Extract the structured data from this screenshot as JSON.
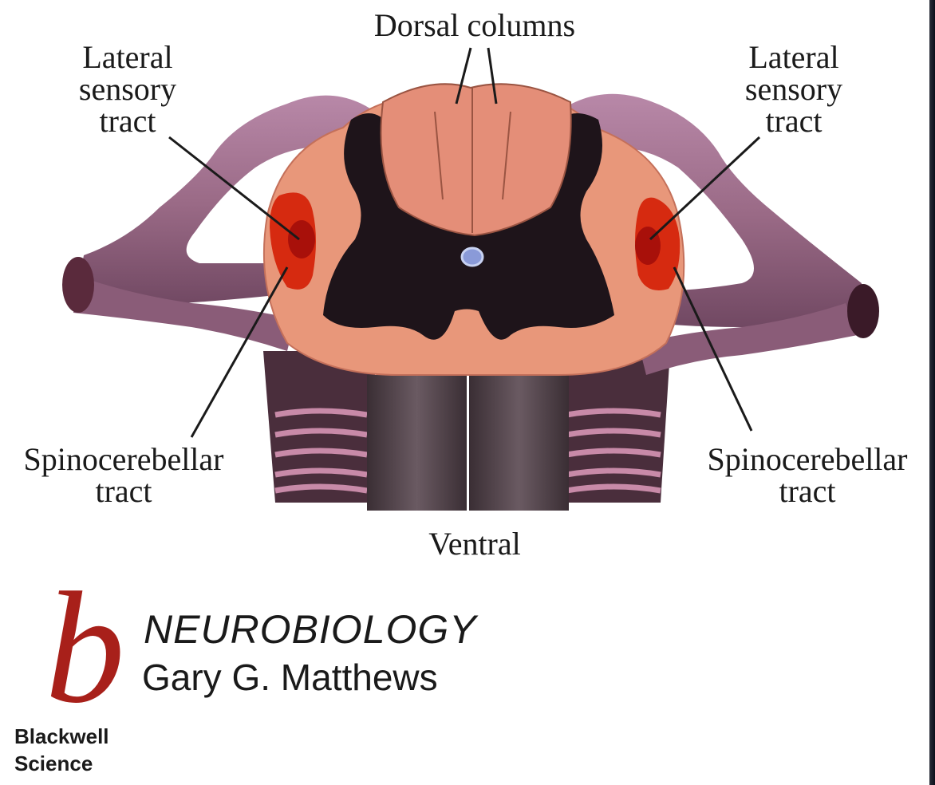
{
  "labels": {
    "dorsal_columns": "Dorsal columns",
    "lateral_sensory_left": "Lateral\nsensory\ntract",
    "lateral_sensory_right": "Lateral\nsensory\ntract",
    "spinocerebellar_left": "Spinocerebellar\ntract",
    "spinocerebellar_right": "Spinocerebellar\ntract",
    "ventral": "Ventral"
  },
  "book": {
    "logo_letter": "b",
    "title": "NEUROBIOLOGY",
    "author": "Gary G. Matthews",
    "publisher": "Blackwell\nScience"
  },
  "colors": {
    "white_matter": "#e8977a",
    "dorsal_columns": "#e48e78",
    "gray_matter": "#1e141a",
    "nerve_roots": "#9a6a86",
    "spinocerebellar_tract": "#d62a10",
    "lateral_sensory_tract": "#a8100a",
    "central_canal": "#8a9ad8",
    "ventral_roots": "#4a3a42",
    "logo": "#a8201a"
  }
}
